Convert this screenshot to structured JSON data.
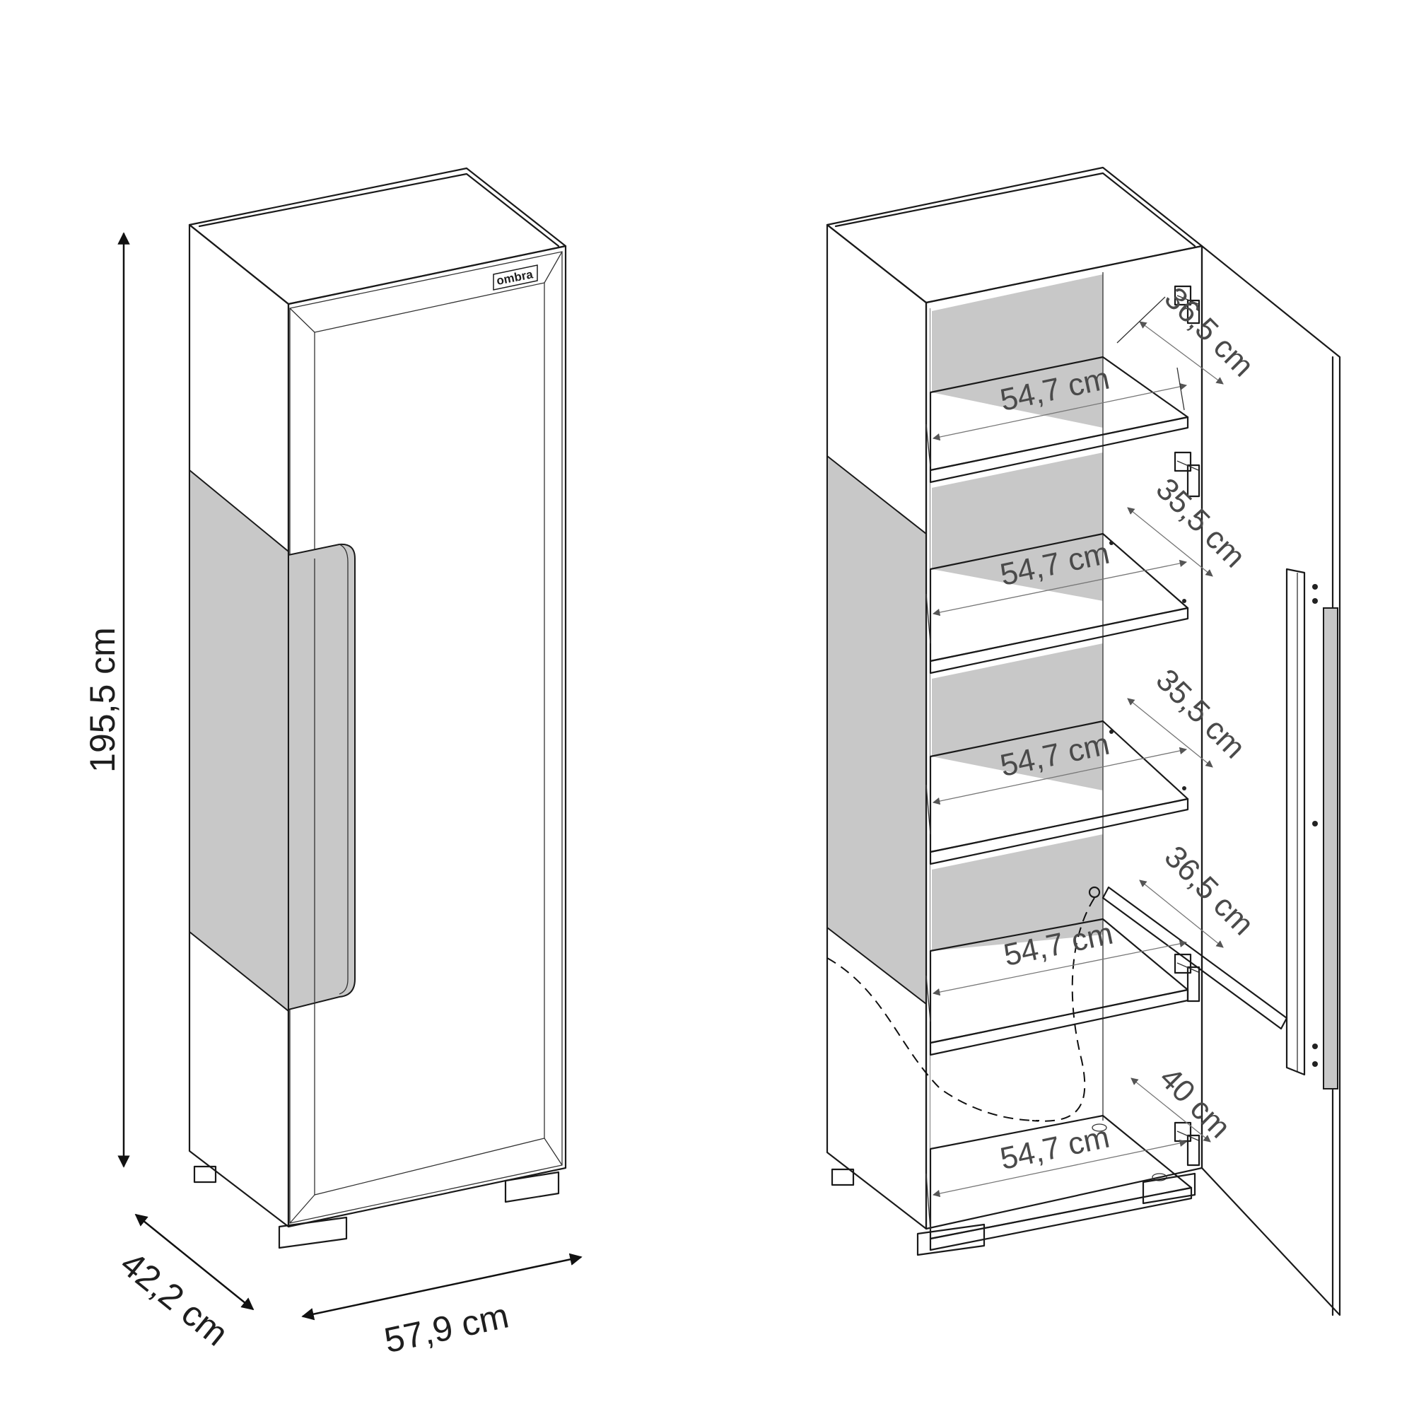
{
  "brand": {
    "logo_text": "ombra"
  },
  "colors": {
    "line": "#1a1a1a",
    "panel_grey": "#c8c8c8",
    "inner_text": "#4a4a4a",
    "arrow": "#555555"
  },
  "closed_view": {
    "height": "195,5 cm",
    "depth": "42,2 cm",
    "width": "57,9 cm"
  },
  "open_view": {
    "shelf_width": "54,7 cm",
    "compartments": [
      {
        "width": "54,7 cm",
        "depth": "36,5 cm"
      },
      {
        "width": "54,7 cm",
        "depth": "35,5 cm"
      },
      {
        "width": "54,7 cm",
        "depth": "35,5 cm"
      },
      {
        "width": "54,7 cm",
        "depth": "36,5 cm"
      },
      {
        "width": "54,7 cm",
        "depth": "40 cm"
      }
    ]
  }
}
